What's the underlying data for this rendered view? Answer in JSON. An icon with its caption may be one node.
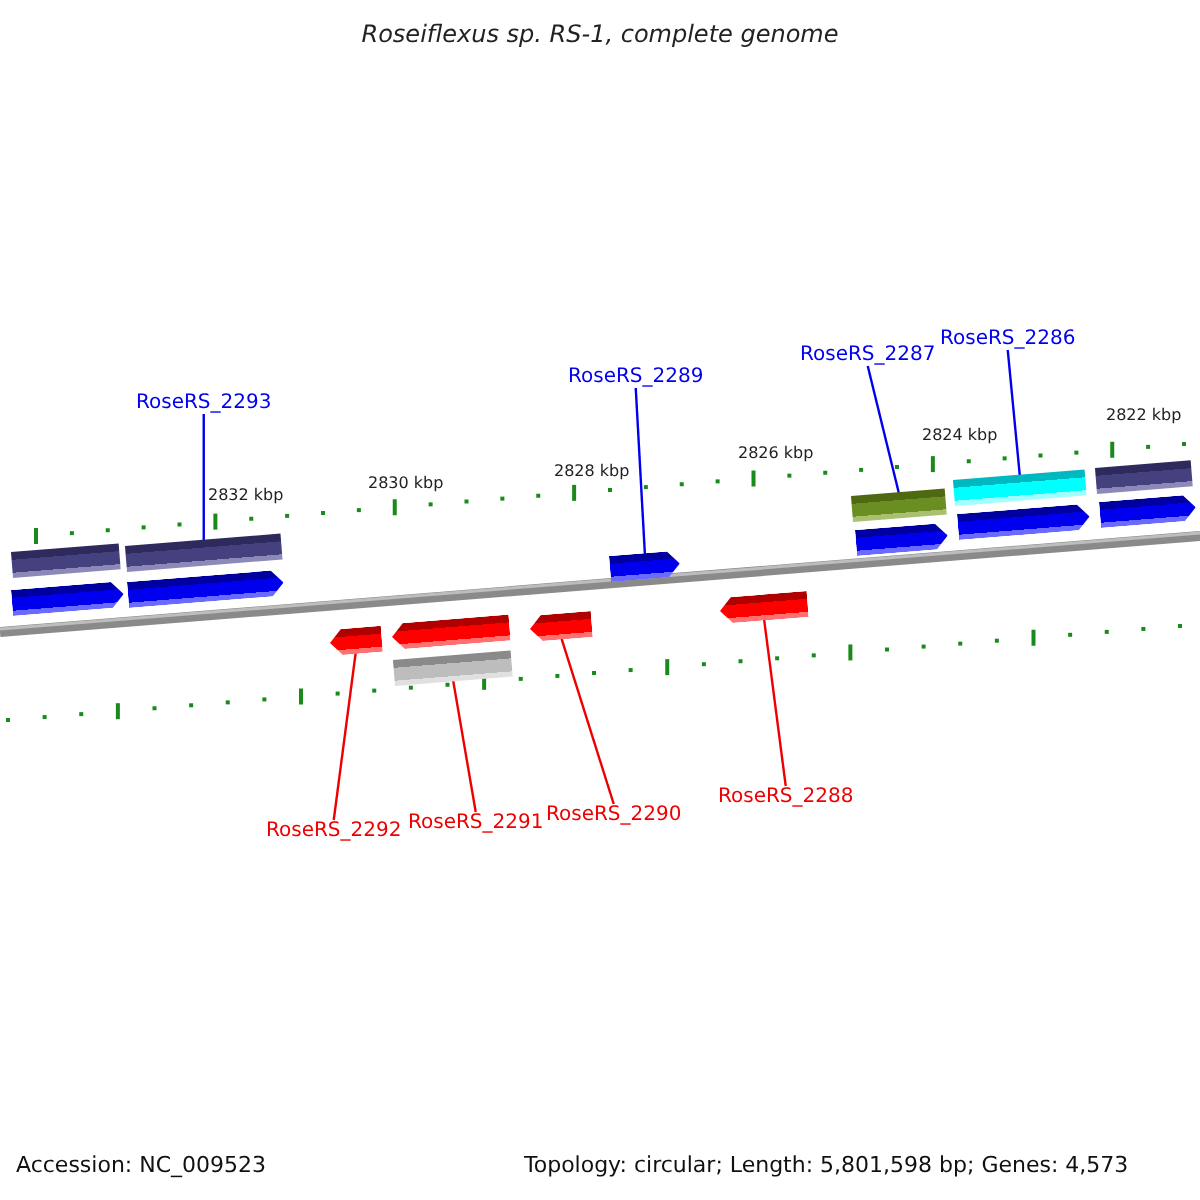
{
  "diagram": {
    "title": "Roseiflexus sp. RS-1, complete genome",
    "nodes": [
      {
        "text": [],
        "shape": "box"
      },
      {
        "text": [],
        "shape": "box"
      },
      {
        "text": [],
        "shape": "box"
      },
      {
        "text": [],
        "shape": "box"
      },
      {
        "text": [],
        "shape": "box"
      },
      {
        "text": [],
        "shape": "pentagon"
      },
      {
        "text": [],
        "shape": "pentagon"
      },
      {
        "text": [],
        "shape": "pentagon"
      },
      {
        "text": [],
        "shape": "pentagon"
      },
      {
        "text": [],
        "shape": "pentagon"
      },
      {
        "text": [],
        "shape": "pentagon"
      },
      {
        "text": [],
        "shape": "pentagon"
      },
      {
        "text": [],
        "shape": "pentagon"
      },
      {
        "text": [],
        "shape": "pentagon"
      },
      {
        "text": [],
        "shape": "pentagon"
      },
      {
        "text": [],
        "shape": "box"
      },
      {
        "text": [
          "RoseRS_2293"
        ]
      },
      {
        "text": [
          "RoseRS_2289"
        ]
      },
      {
        "text": [
          "RoseRS_2287"
        ]
      },
      {
        "text": [
          "RoseRS_2286"
        ]
      },
      {
        "text": [
          "RoseRS_2292"
        ]
      },
      {
        "text": [
          "RoseRS_2291"
        ]
      },
      {
        "text": [
          "RoseRS_2290"
        ]
      },
      {
        "text": [
          "RoseRS_2288"
        ]
      }
    ],
    "edges": [
      {
        "from": 16,
        "to": 1,
        "arrow": "none",
        "color": "#0000ee"
      },
      {
        "from": 17,
        "to": 7,
        "arrow": "none",
        "color": "#0000ee"
      },
      {
        "from": 18,
        "to": 3,
        "arrow": "none",
        "color": "#0000ee"
      },
      {
        "from": 19,
        "to": 4,
        "arrow": "none",
        "color": "#0000ee"
      },
      {
        "from": 20,
        "to": 11,
        "arrow": "none",
        "color": "#ee0000"
      },
      {
        "from": 21,
        "to": 15,
        "arrow": "none",
        "color": "#ee0000"
      },
      {
        "from": 22,
        "to": 13,
        "arrow": "none",
        "color": "#ee0000"
      },
      {
        "from": 23,
        "to": 14,
        "arrow": "none",
        "color": "#ee0000"
      }
    ],
    "labels": [
      "2832 kbp",
      "2830 kbp",
      "2828 kbp",
      "2826 kbp",
      "2824 kbp",
      "2822 kbp",
      "Accession: NC_009523",
      "Topology: circular; Length: 5,801,598 bp; Genes: 4,573"
    ]
  }
}
